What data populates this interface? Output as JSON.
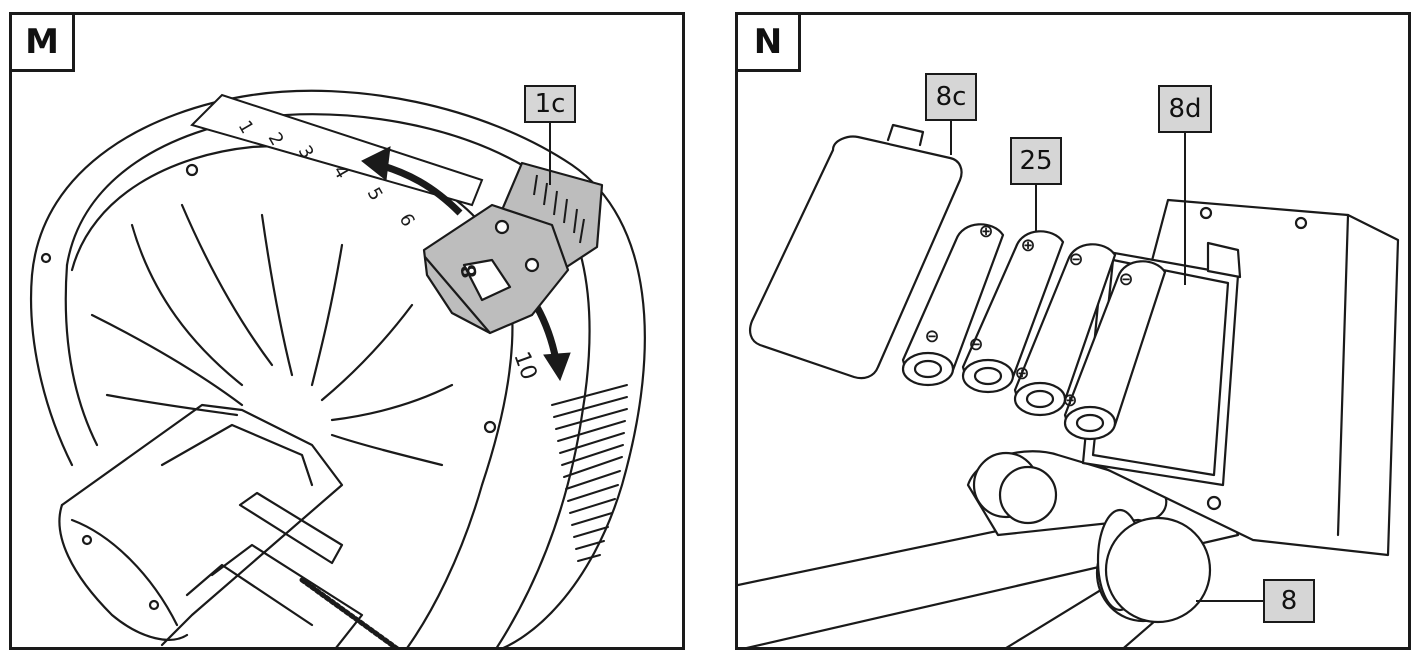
{
  "panels": [
    {
      "letter": "M",
      "dial_numbers": [
        "1",
        "2",
        "3",
        "4",
        "5",
        "6",
        "8",
        "10"
      ],
      "callouts": [
        "1c"
      ]
    },
    {
      "letter": "N",
      "callouts": [
        "8c",
        "25",
        "8d",
        "8"
      ]
    }
  ],
  "colors": {
    "line": "#1a1a1a",
    "callout_fill": "#d6d6d6",
    "knob_fill": "#bdbdbd"
  }
}
